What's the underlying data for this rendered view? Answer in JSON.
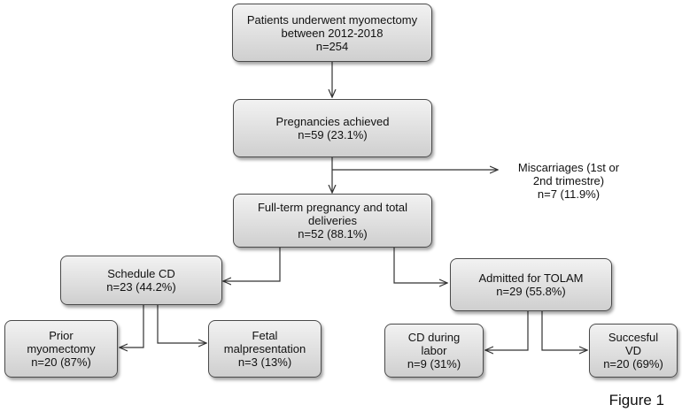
{
  "nodes": {
    "patients": {
      "lines": [
        "Patients underwent myomectomy",
        "between 2012-2018",
        "n=254"
      ]
    },
    "pregnancies": {
      "lines": [
        "Pregnancies achieved",
        "n=59 (23.1%)"
      ]
    },
    "miscarriages": {
      "lines": [
        "Miscarriages (1st or",
        "2nd trimestre)",
        "n=7 (11.9%)"
      ]
    },
    "fullterm": {
      "lines": [
        "Full-term pregnancy and total",
        "deliveries",
        "n=52 (88.1%)"
      ]
    },
    "schedule_cd": {
      "lines": [
        "Schedule CD",
        "n=23 (44.2%)"
      ]
    },
    "tolam": {
      "lines": [
        "Admitted for TOLAM",
        "n=29 (55.8%)"
      ]
    },
    "prior": {
      "lines": [
        "Prior",
        "myomectomy",
        "n=20 (87%)"
      ]
    },
    "fetal": {
      "lines": [
        "Fetal",
        "malpresentation",
        "n=3 (13%)"
      ]
    },
    "cd_labor": {
      "lines": [
        "CD during",
        "labor",
        "n=9 (31%)"
      ]
    },
    "vd": {
      "lines": [
        "Succesful",
        "VD",
        "n=20 (69%)"
      ]
    }
  },
  "caption": "Figure 1"
}
